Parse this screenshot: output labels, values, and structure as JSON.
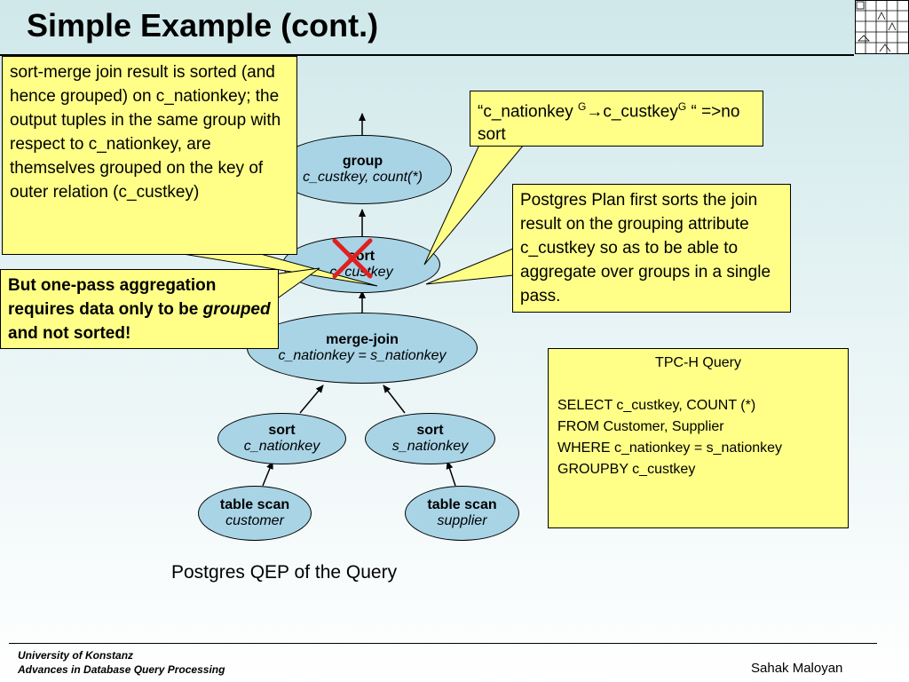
{
  "title": "Simple Example (cont.)",
  "nodes": {
    "group": {
      "op": "group",
      "arg": "c_custkey, count(*)"
    },
    "sort_custkey": {
      "op": "sort",
      "arg": "c_custkey"
    },
    "merge_join": {
      "op": "merge-join",
      "arg": "c_nationkey = s_nationkey"
    },
    "sort_c_nationkey": {
      "op": "sort",
      "arg": "c_nationkey"
    },
    "sort_s_nationkey": {
      "op": "sort",
      "arg": "s_nationkey"
    },
    "scan_customer": {
      "op": "table scan",
      "arg": "customer"
    },
    "scan_supplier": {
      "op": "table scan",
      "arg": "supplier"
    }
  },
  "callouts": {
    "sort_merge": "sort-merge join result is sorted (and hence grouped) on c_nationkey; the output tuples in the same group with respect to c_nationkey, are themselves grouped  on the key of outer relation (c_custkey)",
    "dependency": {
      "pre": "“c_nationkey ",
      "sup1": "G",
      "mid": "→c_custkey",
      "sup2": "G",
      "post": " “ =>no sort"
    },
    "postgres_plan": "Postgres Plan first sorts the join result on the grouping attribute c_custkey so as to be able to aggregate over groups in a single pass.",
    "one_pass": {
      "part1": "But one-pass aggregation requires data only to be ",
      "emph": "grouped",
      "part2": " and not sorted!"
    }
  },
  "query": {
    "title": "TPC-H Query",
    "lines": [
      "SELECT c_custkey,  COUNT (*)",
      "FROM Customer, Supplier",
      "WHERE c_nationkey = s_nationkey",
      "GROUPBY c_custkey"
    ]
  },
  "caption": "Postgres QEP of the Query",
  "footer": {
    "line1": "University of Konstanz",
    "line2": "Advances in Database Query Processing",
    "author": "Sahak Maloyan"
  },
  "colors": {
    "node_fill": "#a8d4e6",
    "callout_fill": "#ffff88",
    "cross": "#e02020"
  },
  "icons": {
    "logo": "university-logo-icon",
    "cross": "cross-out-icon"
  }
}
